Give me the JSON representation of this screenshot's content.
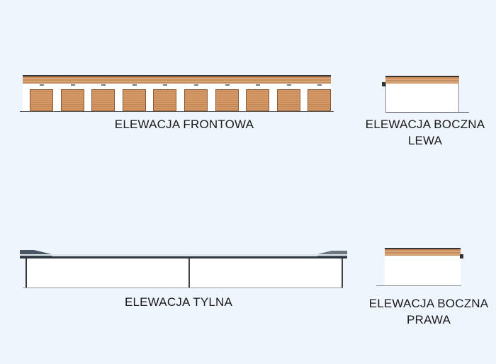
{
  "front": {
    "label": "ELEWACJA FRONTOWA",
    "door_count": 10
  },
  "left_side": {
    "label_line1": "ELEWACJA BOCZNA",
    "label_line2": "LEWA"
  },
  "rear": {
    "label": "ELEWACJA TYLNA"
  },
  "right_side": {
    "label_line1": "ELEWACJA BOCZNA",
    "label_line2": "PRAWA"
  },
  "colors": {
    "background": "#eef5fc",
    "brick": "#c98d5c",
    "roof": "#3a4550"
  }
}
